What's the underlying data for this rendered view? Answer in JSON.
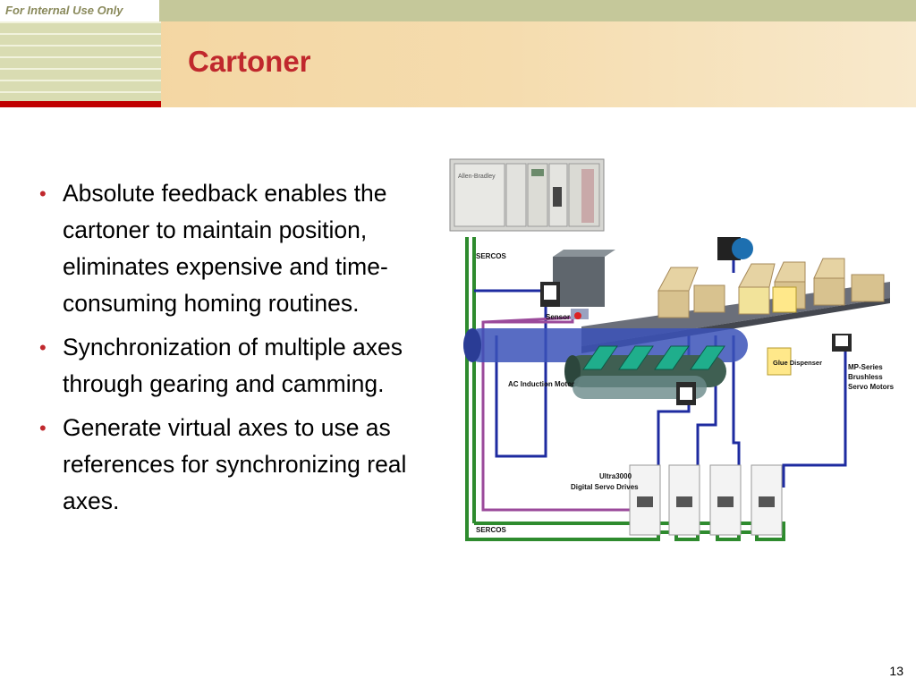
{
  "header": {
    "tag": "For Internal Use Only",
    "title": "Cartoner"
  },
  "bullets": [
    "Absolute feedback enables the cartoner to maintain position, eliminates expensive and time-consuming homing routines.",
    "Synchronization of multiple axes through gearing and camming.",
    "Generate virtual axes to use as references for synchronizing real axes."
  ],
  "diagram": {
    "sercos_top": "SERCOS",
    "sercos_bottom": "SERCOS",
    "sensor": "Sensor",
    "ac_motor": "AC Induction Motor",
    "glue": "Glue Dispenser",
    "mp_line1": "MP-Series",
    "mp_line2": "Brushless",
    "mp_line3": "Servo Motors",
    "ultra_line1": "Ultra3000",
    "ultra_line2": "Digital Servo Drives",
    "plc_brand": "Allen-Bradley"
  },
  "footer": {
    "page": "13"
  }
}
